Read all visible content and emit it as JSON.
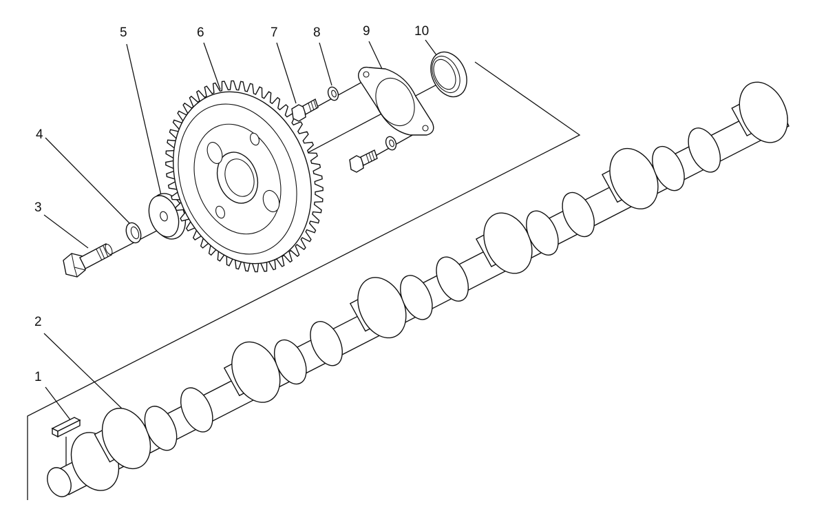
{
  "callouts": [
    {
      "id": "1",
      "text": "1"
    },
    {
      "id": "2",
      "text": "2"
    },
    {
      "id": "3",
      "text": "3"
    },
    {
      "id": "4",
      "text": "4"
    },
    {
      "id": "5",
      "text": "5"
    },
    {
      "id": "6",
      "text": "6"
    },
    {
      "id": "7",
      "text": "7"
    },
    {
      "id": "8",
      "text": "8"
    },
    {
      "id": "9",
      "text": "9"
    },
    {
      "id": "10",
      "text": "10"
    }
  ],
  "gear": {
    "teeth": 52
  }
}
